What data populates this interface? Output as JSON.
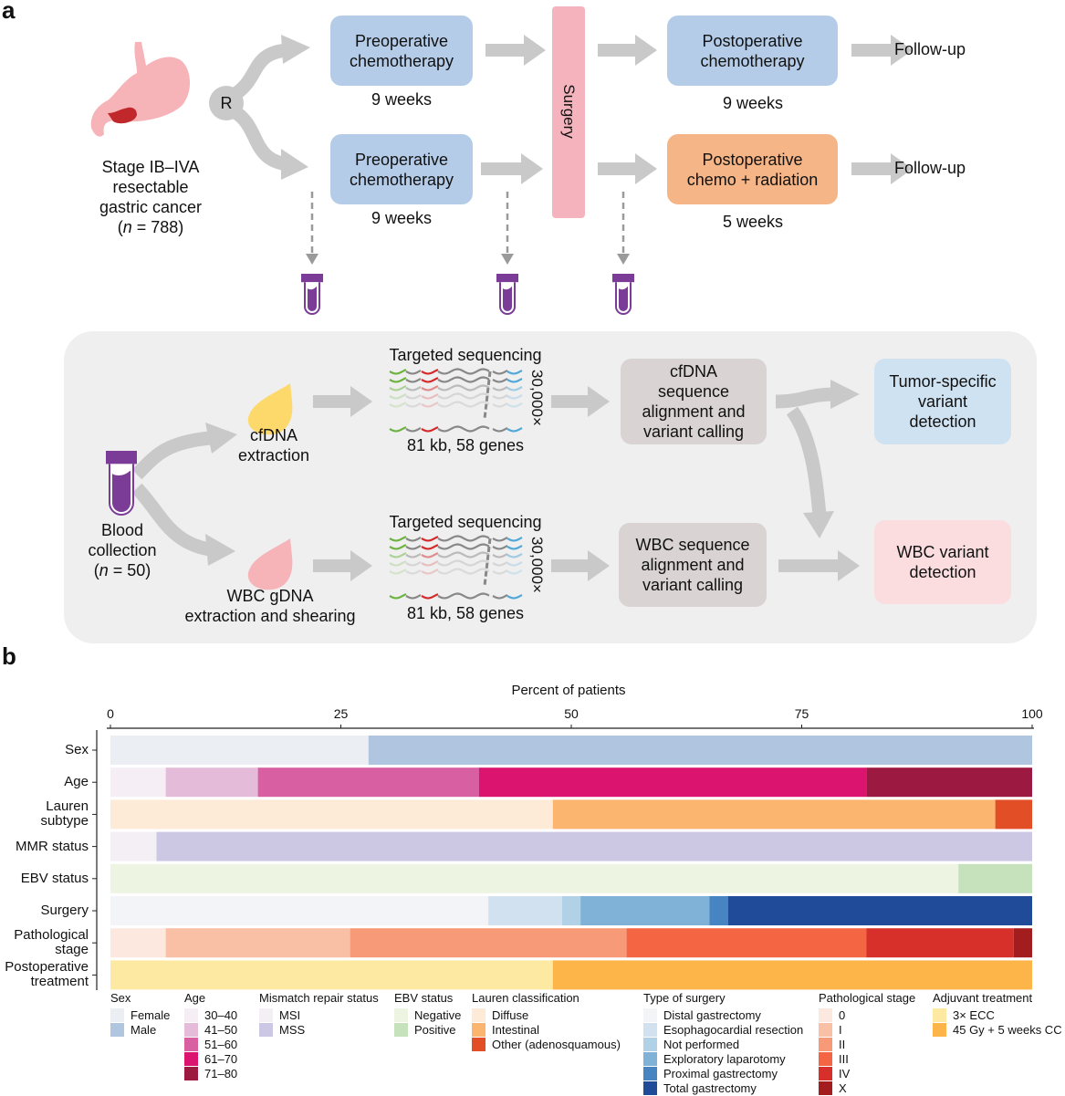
{
  "panel_a": {
    "label": "a",
    "cohort": {
      "line1": "Stage IB–IVA",
      "line2": "resectable",
      "line3": "gastric cancer",
      "n_prefix": "(",
      "n_italic": "n",
      "n_suffix": " = 788)"
    },
    "randomization": "R",
    "arm1": {
      "preop": "Preoperative chemotherapy",
      "preop_duration": "9 weeks",
      "postop": "Postoperative chemotherapy",
      "postop_duration": "9 weeks",
      "followup": "Follow-up"
    },
    "arm2": {
      "preop": "Preoperative chemotherapy",
      "preop_duration": "9 weeks",
      "postop": "Postoperative chemo + radiation",
      "postop_duration": "5 weeks",
      "followup": "Follow-up"
    },
    "surgery": "Surgery",
    "workflow": {
      "blood": {
        "line1": "Blood",
        "line2": "collection",
        "n_prefix": "(",
        "n_italic": "n",
        "n_suffix": " = 50)"
      },
      "cfdna_extraction": {
        "line1": "cfDNA",
        "line2": "extraction"
      },
      "wbc_extraction": {
        "line1": "WBC gDNA",
        "line2": "extraction and shearing"
      },
      "seq_title": "Targeted sequencing",
      "seq_depth": "30,000×",
      "seq_panel": "81 kb, 58 genes",
      "cfdna_alignment": "cfDNA sequence alignment and variant calling",
      "wbc_alignment": "WBC sequence alignment and variant calling",
      "tumor_detection": "Tumor-specific variant detection",
      "wbc_detection": "WBC variant detection"
    },
    "colors": {
      "chemo": "#b4cce8",
      "radiation": "#f5b586",
      "surgery": "#f5b3bd",
      "arrow": "#c9c9c9",
      "tube": "#7a3c97",
      "stomach": "#f6b3b8",
      "tumor": "#c0282c",
      "cfdna": "#fdd86a",
      "wbc": "#f6b3b8",
      "panel_bg": "#efefef",
      "alignment_box": "#d9d3d3",
      "tumor_box": "#cfe2f1",
      "wbc_box": "#fbdde0"
    }
  },
  "panel_b": {
    "label": "b"
  },
  "chart_data": {
    "type": "bar",
    "orientation": "horizontal-stacked",
    "xlabel": "Percent of patients",
    "xlim": [
      0,
      100
    ],
    "xticks": [
      "0",
      "25",
      "50",
      "75",
      "100"
    ],
    "grid": false,
    "legend_placement": "bottom",
    "rows": [
      {
        "label": "Sex",
        "values": [
          28,
          72
        ],
        "colors": [
          "#ebeff4",
          "#b0c5e0"
        ]
      },
      {
        "label": "Age",
        "values": [
          6,
          10,
          24,
          42,
          18
        ],
        "colors": [
          "#f5eff5",
          "#e4bcd9",
          "#d95fa3",
          "#db1470",
          "#9c1a42"
        ]
      },
      {
        "label": "Lauren subtype",
        "values": [
          48,
          48,
          4
        ],
        "colors": [
          "#feebd7",
          "#fcb56f",
          "#e24f26"
        ]
      },
      {
        "label": "MMR status",
        "values": [
          5,
          95
        ],
        "colors": [
          "#f3eff4",
          "#ccc8e4"
        ]
      },
      {
        "label": "EBV status",
        "values": [
          92,
          8
        ],
        "colors": [
          "#eef4e2",
          "#c5e2bd"
        ]
      },
      {
        "label": "Surgery",
        "values": [
          41,
          8,
          2,
          14,
          2,
          33
        ],
        "colors": [
          "#f3f4f8",
          "#d1e1f0",
          "#b0d1e6",
          "#80b2d7",
          "#4684c2",
          "#1f4b99"
        ]
      },
      {
        "label": "Pathological stage",
        "values": [
          6,
          20,
          30,
          26,
          16,
          2
        ],
        "colors": [
          "#fde8df",
          "#f9c0a6",
          "#f69a77",
          "#f36543",
          "#d7302a",
          "#a31d1e"
        ]
      },
      {
        "label": "Postoperative treatment",
        "values": [
          48,
          52
        ],
        "colors": [
          "#fee9a2",
          "#fdb54a"
        ]
      }
    ],
    "legend": [
      {
        "title": "Sex",
        "items": [
          "Female",
          "Male"
        ],
        "colors": [
          "#ebeff4",
          "#b0c5e0"
        ]
      },
      {
        "title": "Age",
        "items": [
          "30–40",
          "41–50",
          "51–60",
          "61–70",
          "71–80"
        ],
        "colors": [
          "#f5eff5",
          "#e4bcd9",
          "#d95fa3",
          "#db1470",
          "#9c1a42"
        ]
      },
      {
        "title": "Mismatch repair status",
        "items": [
          "MSI",
          "MSS"
        ],
        "colors": [
          "#f3eff4",
          "#ccc8e4"
        ]
      },
      {
        "title": "EBV status",
        "items": [
          "Negative",
          "Positive"
        ],
        "colors": [
          "#eef4e2",
          "#c5e2bd"
        ]
      },
      {
        "title": "Lauren classification",
        "items": [
          "Diffuse",
          "Intestinal",
          "Other (adenosquamous)"
        ],
        "colors": [
          "#feebd7",
          "#fcb56f",
          "#e24f26"
        ]
      },
      {
        "title": "Type of surgery",
        "items": [
          "Distal gastrectomy",
          "Esophagocardial resection",
          "Not performed",
          "Exploratory laparotomy",
          "Proximal gastrectomy",
          "Total gastrectomy"
        ],
        "colors": [
          "#f3f4f8",
          "#d1e1f0",
          "#b0d1e6",
          "#80b2d7",
          "#4684c2",
          "#1f4b99"
        ]
      },
      {
        "title": "Pathological stage",
        "items": [
          "0",
          "I",
          "II",
          "III",
          "IV",
          "X"
        ],
        "colors": [
          "#fde8df",
          "#f9c0a6",
          "#f69a77",
          "#f36543",
          "#d7302a",
          "#a31d1e"
        ]
      },
      {
        "title": "Adjuvant treatment",
        "items": [
          "3× ECC",
          "45 Gy + 5 weeks CC"
        ],
        "colors": [
          "#fee9a2",
          "#fdb54a"
        ]
      }
    ]
  }
}
